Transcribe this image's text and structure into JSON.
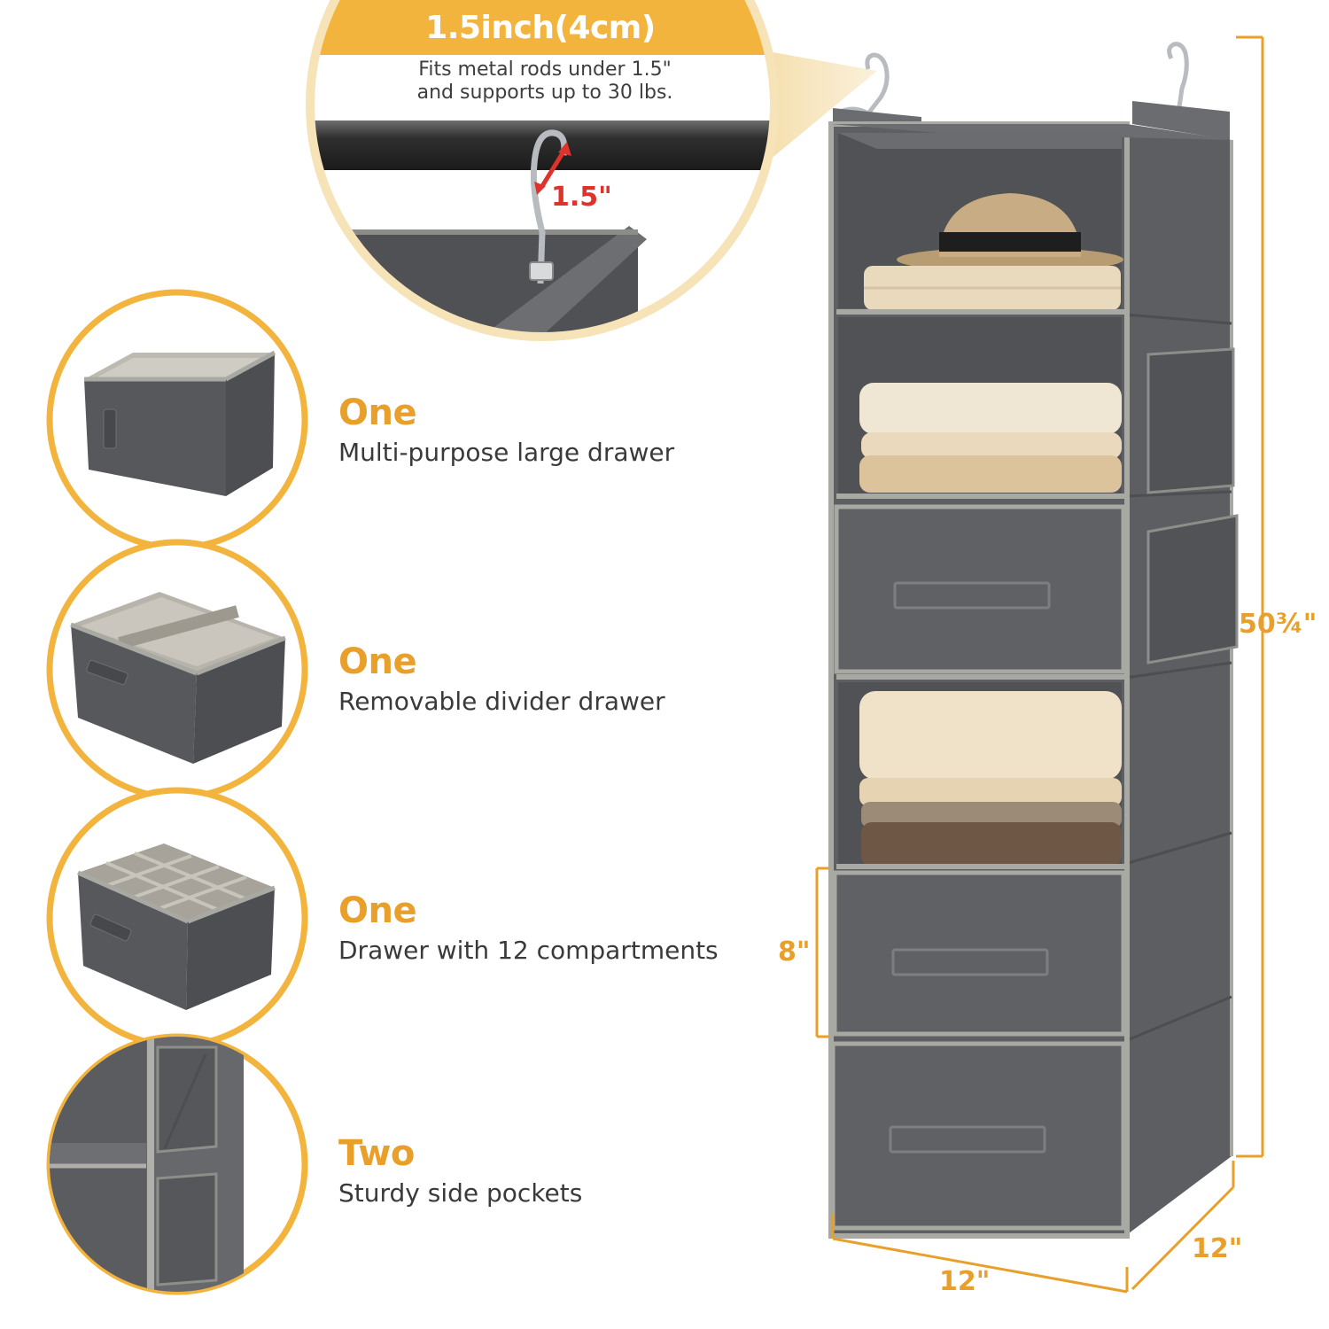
{
  "callout": {
    "title": "1.5inch(4cm)",
    "line1": "Fits metal rods under 1.5\"",
    "line2": "and supports up to 30 lbs.",
    "hook_dimension": "1.5\""
  },
  "features": [
    {
      "count": "One",
      "description": "Multi-purpose large drawer"
    },
    {
      "count": "One",
      "description": "Removable divider drawer"
    },
    {
      "count": "One",
      "description": "Drawer with 12 compartments"
    },
    {
      "count": "Two",
      "description": "Sturdy side pockets"
    }
  ],
  "dimensions": {
    "height": "50¾\"",
    "drawer_height": "8\"",
    "width": "12\"",
    "depth": "12\""
  },
  "colors": {
    "accent": "#E8A02B",
    "accent_light": "#F3B43E",
    "fabric_dark": "#5b5d60",
    "fabric_mid": "#6a6c6f",
    "trim": "#a9a9a4",
    "red_arrow": "#e0322c"
  }
}
